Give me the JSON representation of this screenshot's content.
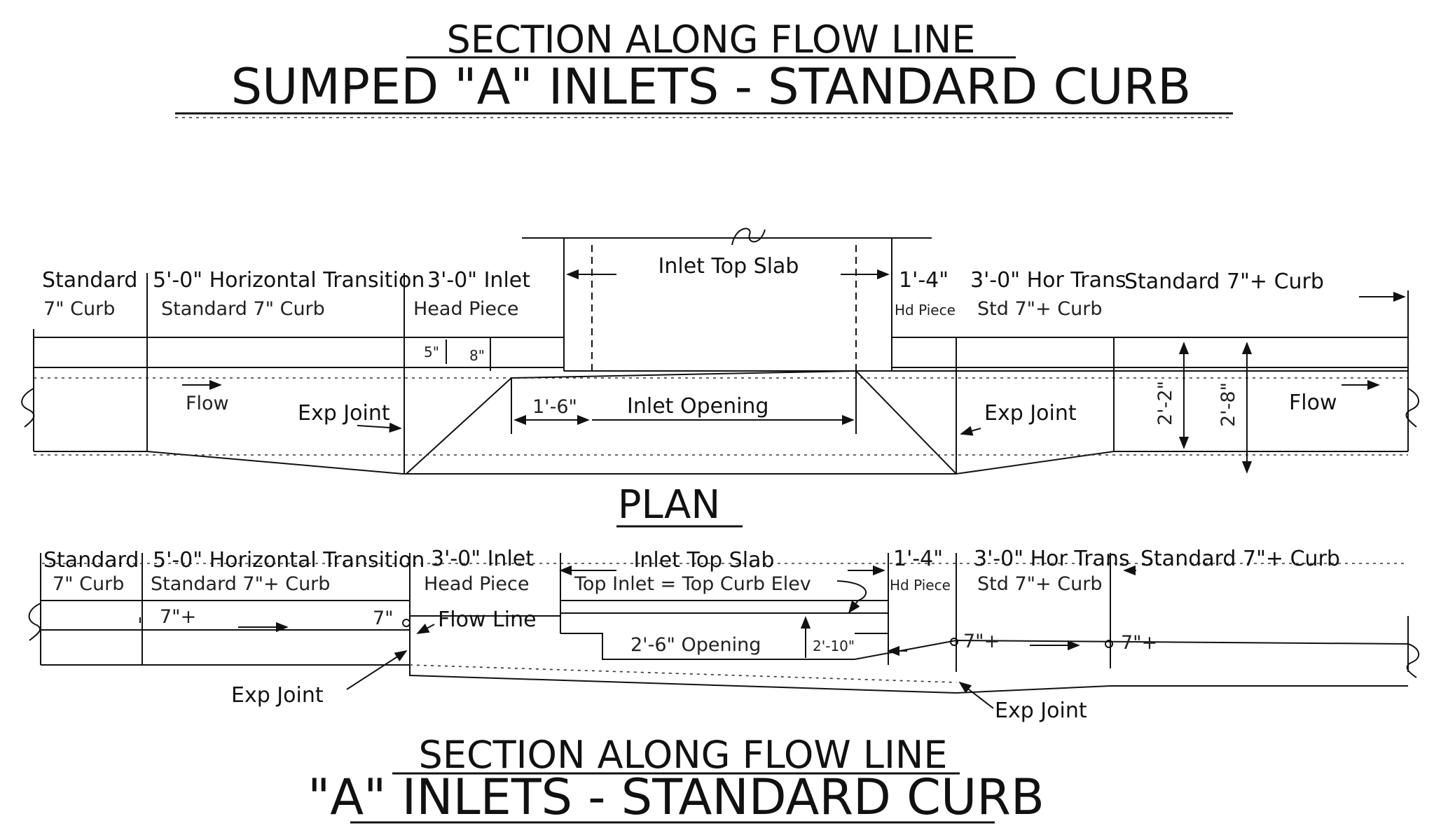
{
  "title_top": {
    "line1": "SECTION ALONG FLOW LINE",
    "line2": "SUMPED \"A\" INLETS - STANDARD CURB"
  },
  "plan_label": "PLAN",
  "title_bottom": {
    "line1": "SECTION ALONG FLOW LINE",
    "line2": "\"A\" INLETS - STANDARD CURB"
  },
  "plan_view": {
    "standard_curb_a": "Standard",
    "standard_curb_b": "7\" Curb",
    "horiz_transition_a": "5'-0\" Horizontal Transition",
    "horiz_transition_b": "Standard 7\" Curb",
    "inlet_head_a": "3'-0\" Inlet",
    "inlet_head_b": "Head Piece",
    "top_slab": "Inlet Top Slab",
    "hd_piece_dim": "1'-4\"",
    "hd_piece": "Hd Piece",
    "hor_trans_a": "3'-0\" Hor Trans",
    "hor_trans_b": "Std 7\"+ Curb",
    "standard_right": "Standard 7\"+ Curb",
    "dim_5": "5\"",
    "dim_8": "8\"",
    "flow_left": "Flow",
    "exp_joint_left": "Exp Joint",
    "dim_1_6": "1'-6\"",
    "inlet_opening": "Inlet Opening",
    "exp_joint_right": "Exp Joint",
    "dim_2_2": "2'-2\"",
    "dim_2_8": "2'-8\"",
    "flow_right": "Flow"
  },
  "section_view": {
    "standard_curb_a": "Standard",
    "standard_curb_b": "7\" Curb",
    "horiz_transition_a": "5'-0\" Horizontal Transition",
    "horiz_transition_b": "Standard 7\"+ Curb",
    "inlet_head_a": "3'-0\" Inlet",
    "inlet_head_b": "Head Piece",
    "top_slab": "Inlet Top Slab",
    "top_slab_note": "Top Inlet = Top Curb Elev",
    "hd_piece_dim": "1'-4\"",
    "hd_piece": "Hd Piece",
    "hor_trans_a": "3'-0\" Hor Trans",
    "hor_trans_b": "Std 7\"+ Curb",
    "standard_right": "Standard 7\"+ Curb",
    "mark_7_left": "7\"+",
    "mark_7_mid": "7\"",
    "flow_line": "Flow Line",
    "opening": "2'-6\" Opening",
    "dim_2_10": "2'-10\"",
    "mark_7_r1": "7\"+",
    "mark_7_r2": "7\"+",
    "exp_joint_left": "Exp Joint",
    "exp_joint_right": "Exp Joint"
  }
}
